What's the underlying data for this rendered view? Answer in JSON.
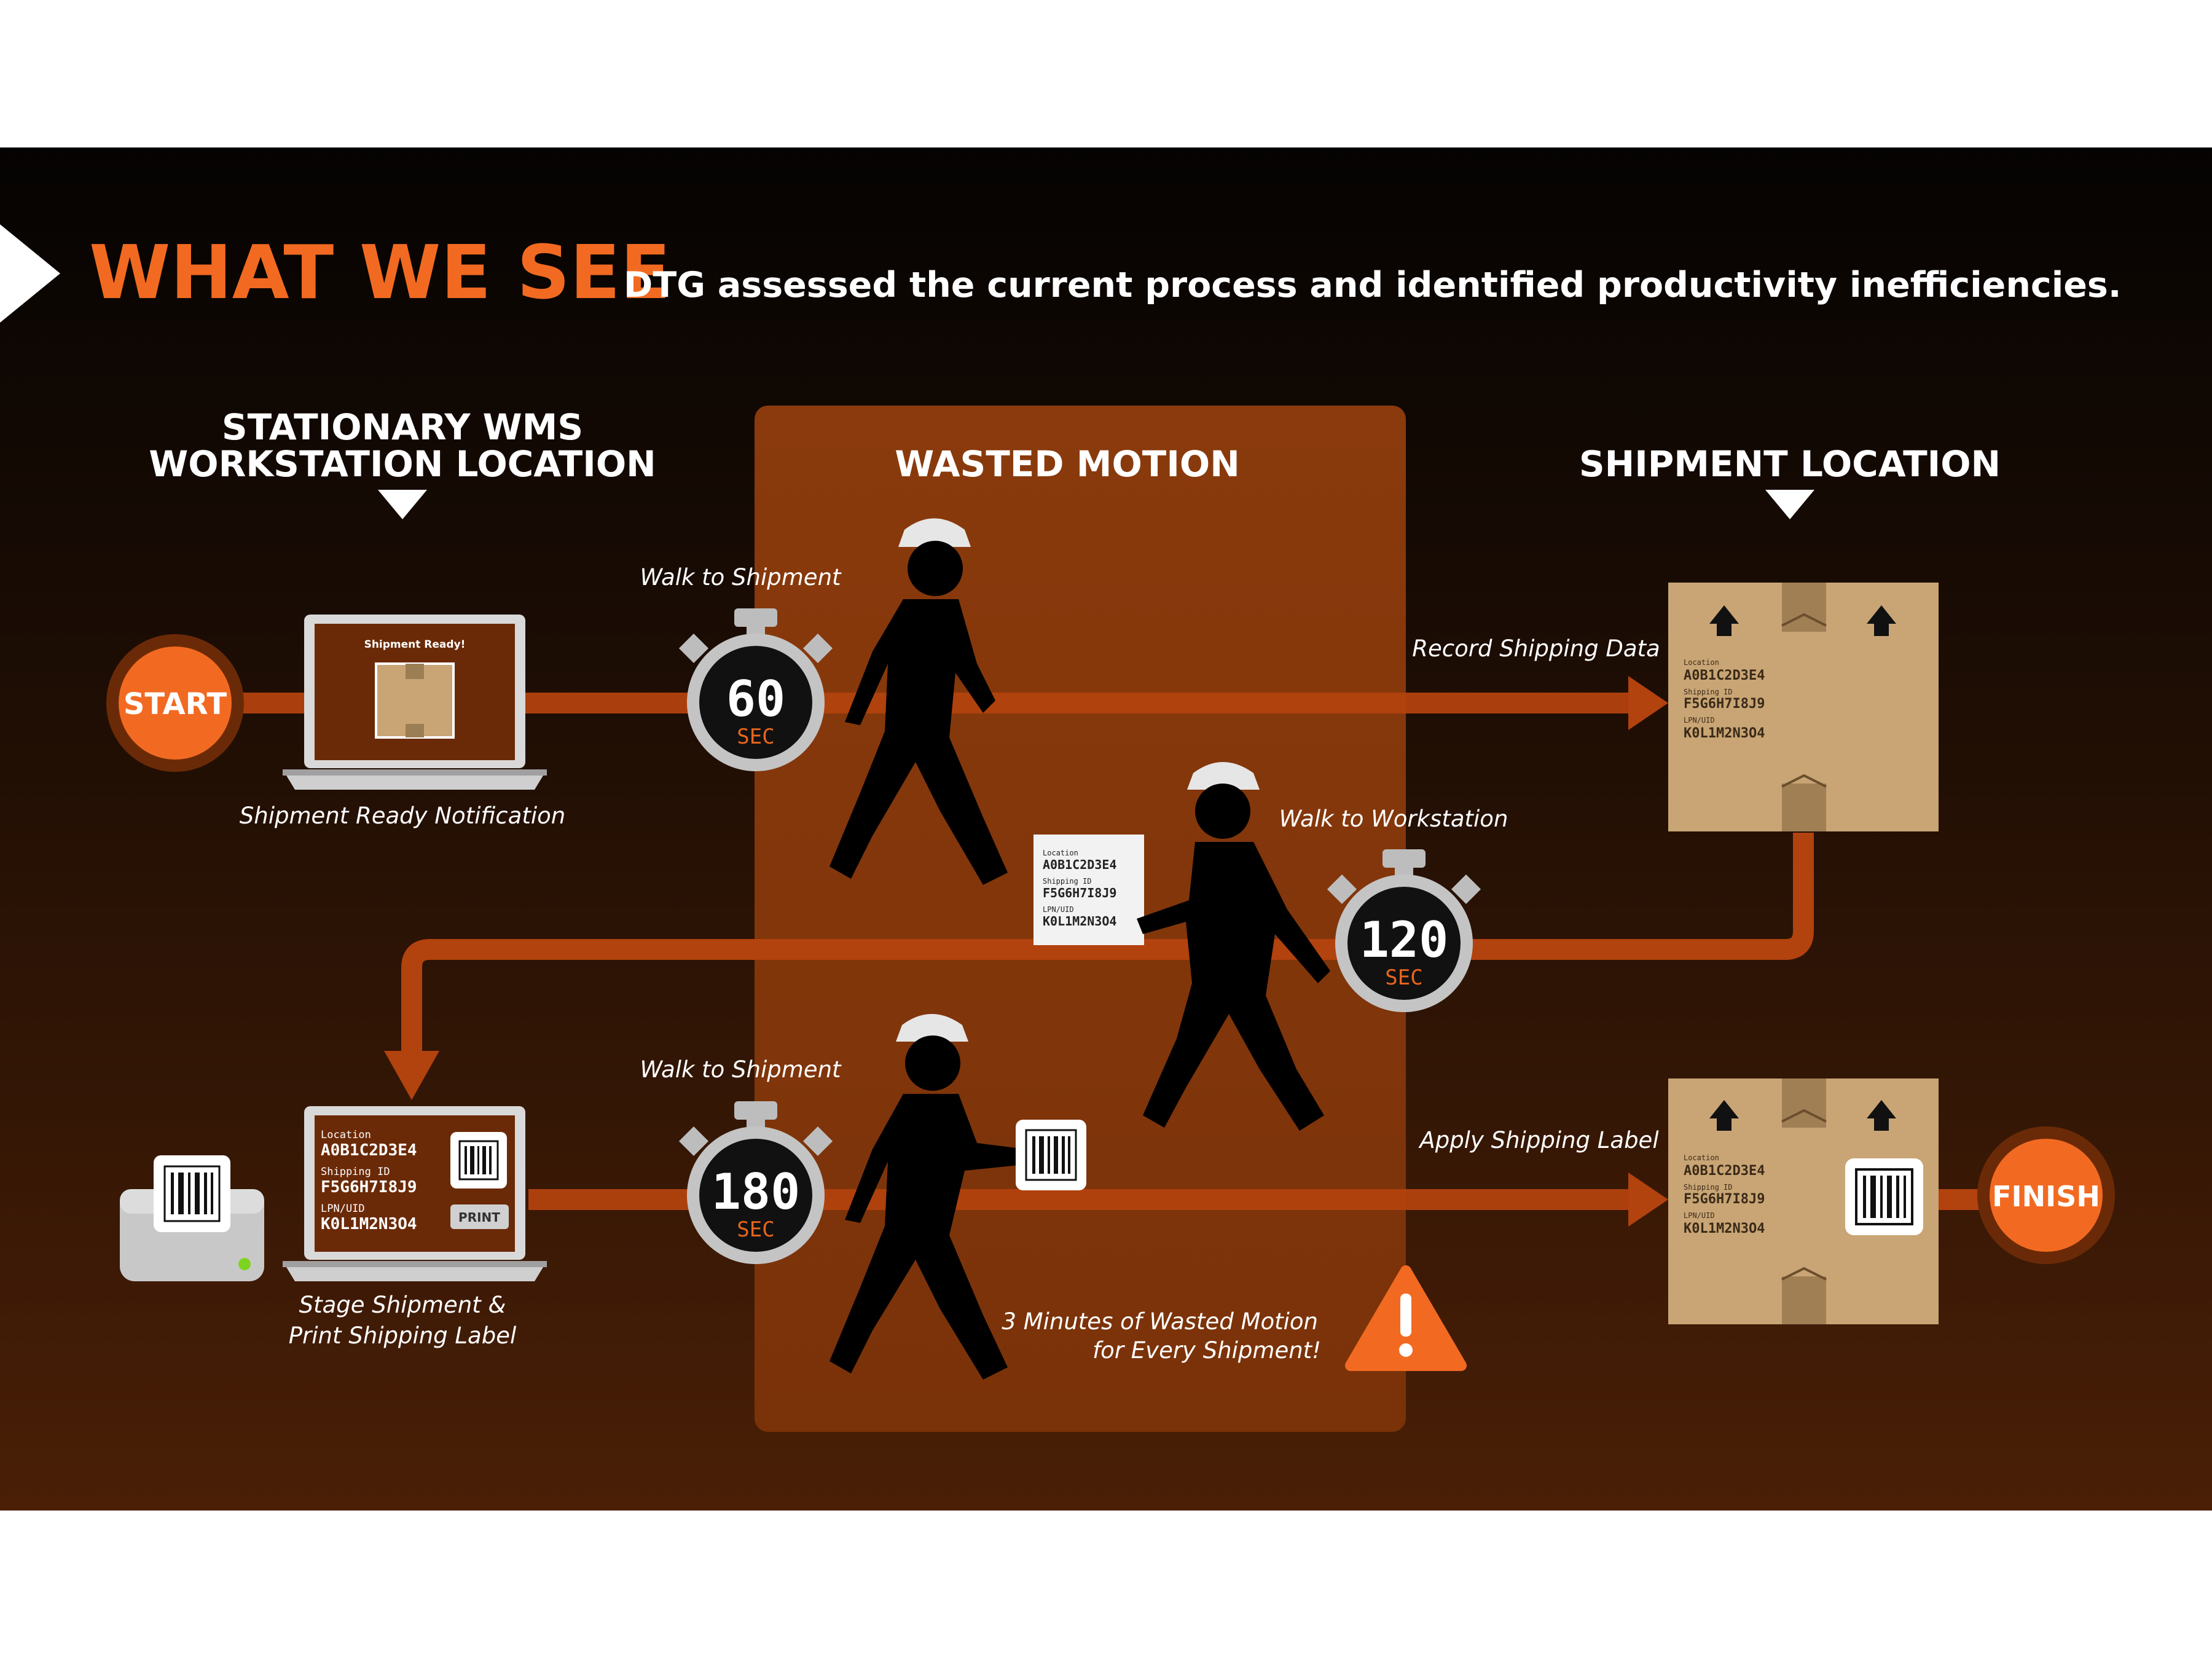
{
  "title": {
    "headline": "WHAT WE SEE",
    "subtitle": "DTG assessed the current process and identified productivity inefficiencies."
  },
  "sections": {
    "workstation_line1": "STATIONARY WMS",
    "workstation_line2": "WORKSTATION LOCATION",
    "wasted_motion": "WASTED MOTION",
    "shipment_location": "SHIPMENT LOCATION"
  },
  "nodes": {
    "start": "START",
    "finish": "FINISH"
  },
  "screens": {
    "top_laptop": "Shipment Ready!",
    "print_button": "PRINT"
  },
  "captions": {
    "shipment_ready": "Shipment Ready Notification",
    "stage_line1": "Stage Shipment &",
    "stage_line2": "Print Shipping Label",
    "walk_to_shipment_1": "Walk to Shipment",
    "walk_to_workstation": "Walk to Workstation",
    "walk_to_shipment_2": "Walk to Shipment",
    "record_data": "Record Shipping Data",
    "apply_label": "Apply Shipping Label",
    "wasted_line1": "3 Minutes of Wasted Motion",
    "wasted_line2": "for Every Shipment!"
  },
  "timers": [
    {
      "value": "60",
      "unit": "SEC"
    },
    {
      "value": "120",
      "unit": "SEC"
    },
    {
      "value": "180",
      "unit": "SEC"
    }
  ],
  "label_fields": {
    "location_label": "Location",
    "location_value": "A0B1C2D3E4",
    "shipping_label": "Shipping ID",
    "shipping_value": "F5G6H7I8J9",
    "lpn_label": "LPN/UID",
    "lpn_value": "K0L1M2N3O4"
  },
  "colors": {
    "accent": "#f26a21",
    "panel": "#8a3a0c",
    "background_top": "#050302",
    "background_bottom": "#4a1f06",
    "box": "#c9a575"
  },
  "icons": [
    "play-arrow-icon",
    "laptop-icon",
    "stopwatch-icon",
    "worker-silhouette-icon",
    "box-icon",
    "barcode-icon",
    "printer-icon",
    "warning-icon",
    "arrow-down-icon",
    "arrow-up-icon"
  ]
}
